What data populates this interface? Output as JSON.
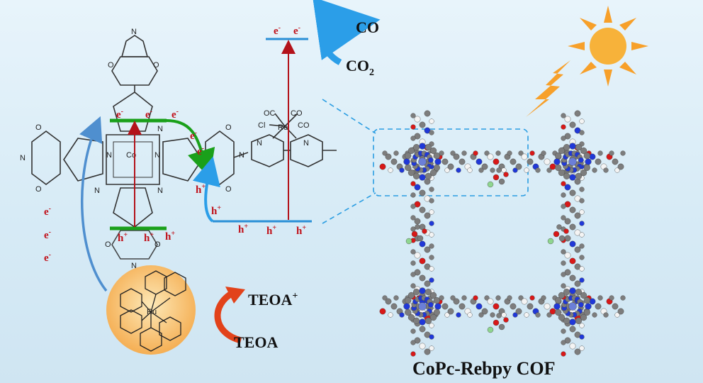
{
  "labels": {
    "co": "CO",
    "co2": "CO",
    "co2_sub": "2",
    "teoa_plus": "TEOA",
    "teoa_plus_sup": "+",
    "teoa": "TEOA",
    "cof_title": "CoPc-Rebpy COF",
    "cobalt": "Co",
    "rhenium": "Re",
    "ruthenium": "Ru",
    "oc1": "OC",
    "co_ligand1": "CO",
    "co_ligand2": "CO",
    "chloride": "Cl",
    "nitrogen": "N",
    "oxygen": "O",
    "electron": "e",
    "electron_sup": "-",
    "hole": "h",
    "hole_sup": "+"
  },
  "colors": {
    "electron_arrow": "#1aa01a",
    "hole_arrow": "#2b9ee8",
    "level_line": "#2a8fd6",
    "transfer_arrow": "#b3121a",
    "sun": "#f7a02a",
    "teoa_arrow": "#e2421a",
    "co2_arrow": "#2b9ee8",
    "ru_complex": "#f4a94a"
  }
}
